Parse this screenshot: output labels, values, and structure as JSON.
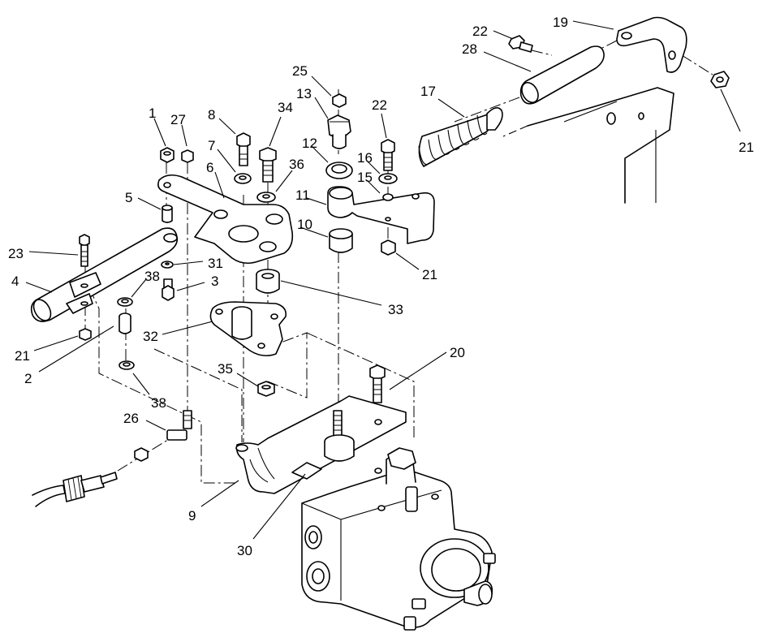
{
  "callouts": [
    {
      "label": "1"
    },
    {
      "label": "27"
    },
    {
      "label": "8"
    },
    {
      "label": "34"
    },
    {
      "label": "7"
    },
    {
      "label": "6"
    },
    {
      "label": "36"
    },
    {
      "label": "25"
    },
    {
      "label": "13"
    },
    {
      "label": "12"
    },
    {
      "label": "22"
    },
    {
      "label": "16"
    },
    {
      "label": "15"
    },
    {
      "label": "11"
    },
    {
      "label": "10"
    },
    {
      "label": "21"
    },
    {
      "label": "17"
    },
    {
      "label": "28"
    },
    {
      "label": "22"
    },
    {
      "label": "19"
    },
    {
      "label": "21"
    },
    {
      "label": "5"
    },
    {
      "label": "23"
    },
    {
      "label": "31"
    },
    {
      "label": "4"
    },
    {
      "label": "38"
    },
    {
      "label": "3"
    },
    {
      "label": "33"
    },
    {
      "label": "21"
    },
    {
      "label": "2"
    },
    {
      "label": "32"
    },
    {
      "label": "35"
    },
    {
      "label": "38"
    },
    {
      "label": "20"
    },
    {
      "label": "26"
    },
    {
      "label": "9"
    },
    {
      "label": "30"
    }
  ]
}
